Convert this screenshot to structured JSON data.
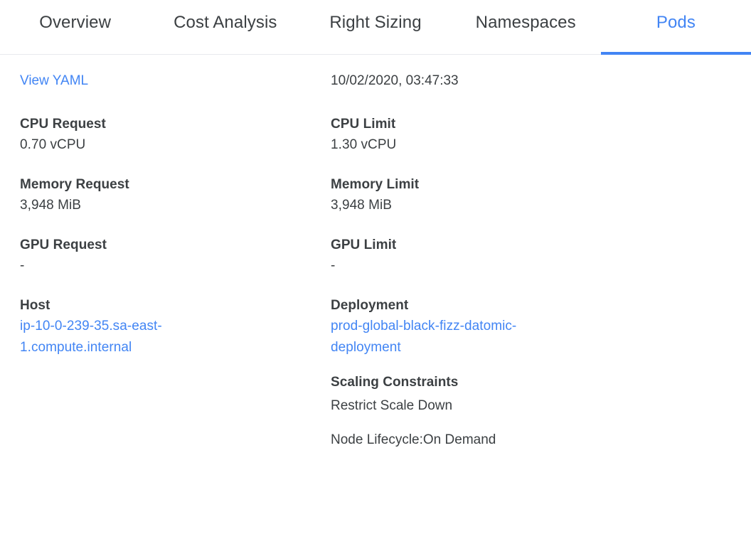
{
  "tabs": [
    {
      "id": "overview",
      "label": "Overview",
      "active": false
    },
    {
      "id": "cost-analysis",
      "label": "Cost Analysis",
      "active": false
    },
    {
      "id": "right-sizing",
      "label": "Right Sizing",
      "active": false
    },
    {
      "id": "namespaces",
      "label": "Namespaces",
      "active": false
    },
    {
      "id": "pods",
      "label": "Pods",
      "active": true
    }
  ],
  "colors": {
    "accent": "#4285f4",
    "text": "#3c4043",
    "divider": "#e8eaed",
    "background": "#ffffff"
  },
  "left_column": {
    "view_yaml_link": "View YAML",
    "fields": [
      {
        "label": "CPU Request",
        "value": "0.70 vCPU"
      },
      {
        "label": "Memory Request",
        "value": "3,948 MiB"
      },
      {
        "label": "GPU Request",
        "value": "-"
      },
      {
        "label": "Host",
        "value": "ip-10-0-239-35.sa-east-1.compute.internal"
      }
    ]
  },
  "right_column": {
    "timestamp": "10/02/2020, 03:47:33",
    "fields": [
      {
        "label": "CPU Limit",
        "value": "1.30 vCPU"
      },
      {
        "label": "Memory Limit",
        "value": "3,948 MiB"
      },
      {
        "label": "GPU Limit",
        "value": "-"
      },
      {
        "label": "Deployment",
        "value": "prod-global-black-fizz-datomic-deployment"
      }
    ],
    "scaling_constraints": {
      "heading": "Scaling Constraints",
      "items": [
        "Restrict Scale Down",
        "Node Lifecycle:On Demand"
      ]
    }
  }
}
